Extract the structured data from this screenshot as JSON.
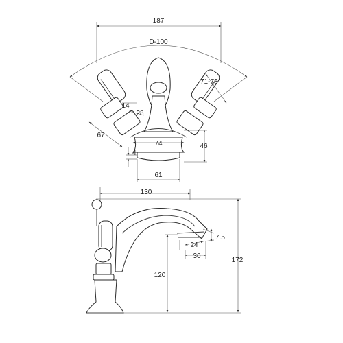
{
  "dimensions": {
    "overall_width": "187",
    "spout_circle": "D-100",
    "handle_angle": "71-78",
    "handle_offset_a": "14",
    "handle_offset_b": "28",
    "handle_reach": "67",
    "base_span": "74",
    "body_height": "46",
    "base_plate": "4",
    "base_width": "61",
    "spout_reach": "130",
    "outlet_tip": "7.5",
    "outlet_b": "24",
    "outlet_a": "30",
    "total_height": "172",
    "spout_height": "120"
  }
}
